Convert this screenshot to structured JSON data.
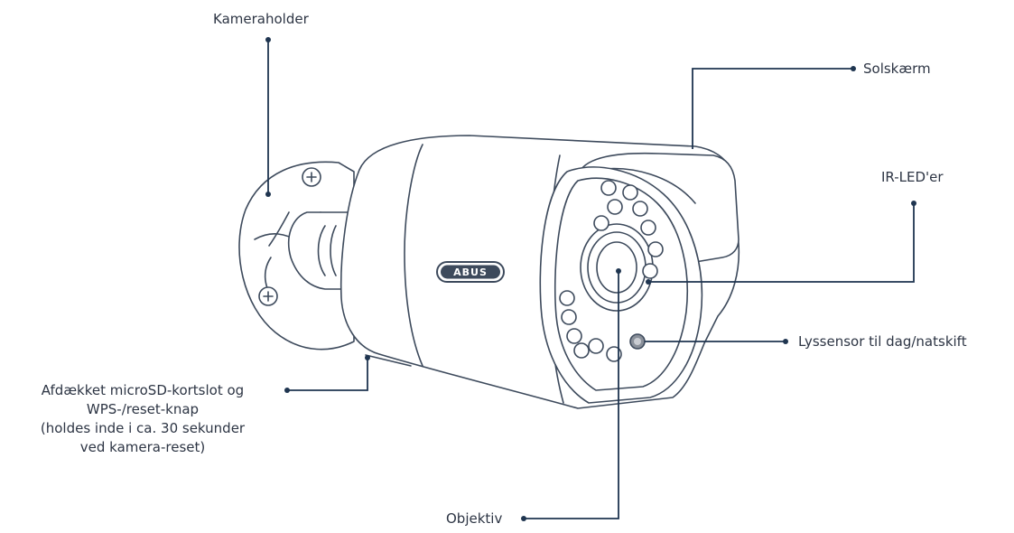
{
  "labels": {
    "camera_holder": "Kameraholder",
    "sun_shield": "Solskærm",
    "ir_leds": "IR-LED'er",
    "light_sensor": "Lyssensor til dag/natskift",
    "lens": "Objektiv",
    "sd_slot": {
      "line1": "Afdækket microSD-kortslot og",
      "line2": "WPS-/reset-knap",
      "line3": "(holdes inde i ca. 30 sekunder",
      "line4": "ved kamera-reset)"
    }
  },
  "brand": "ABUS",
  "colors": {
    "leader": "#1f3550",
    "outline": "#3d4a5c",
    "text": "#2d3544",
    "fill": "#ffffff"
  }
}
